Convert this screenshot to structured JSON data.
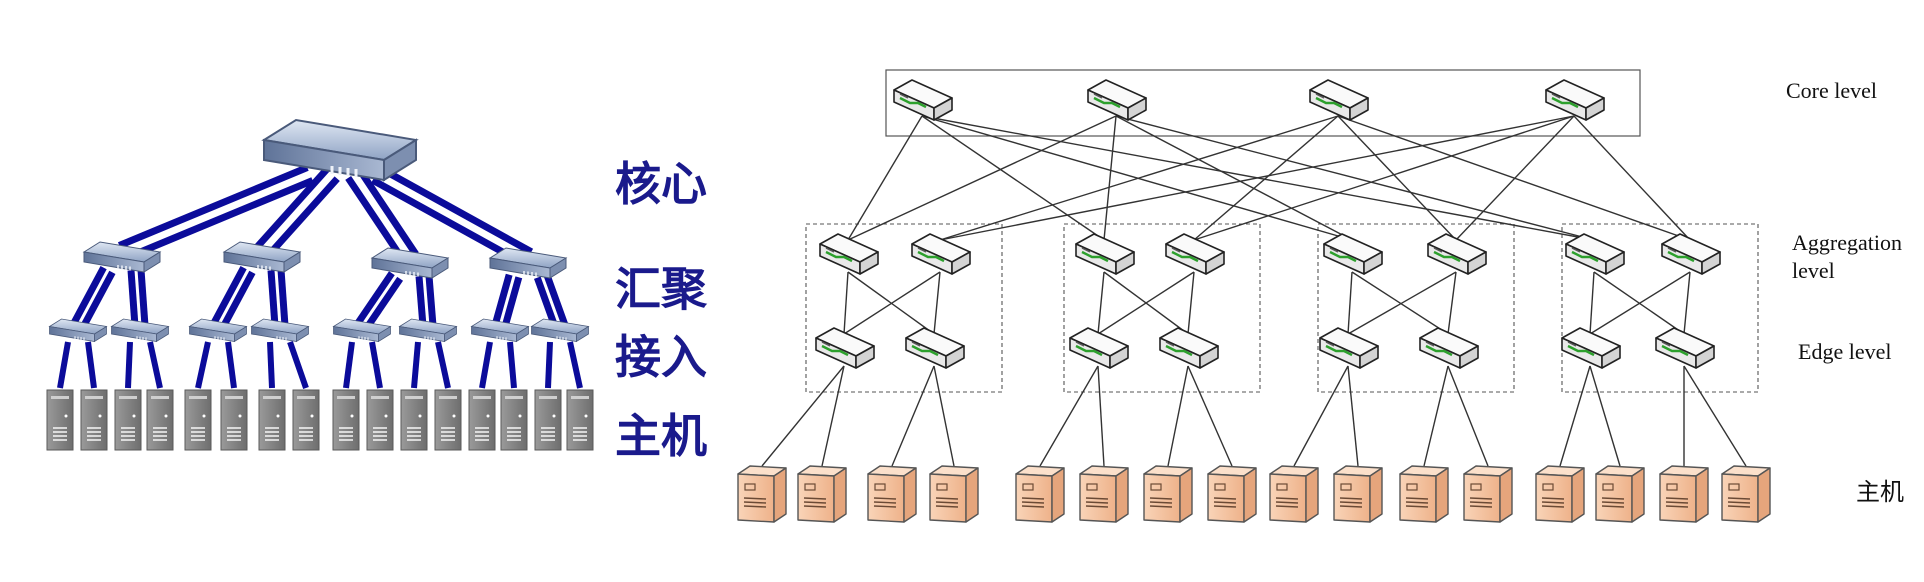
{
  "left_diagram": {
    "labels": {
      "core": "核心",
      "aggregation": "汇聚",
      "access": "接入",
      "host": "主机"
    },
    "colors": {
      "link": "#0b0b9a",
      "label": "#1a1a8c",
      "switch": "#8fa3c4",
      "server": "#8c8c8c"
    },
    "counts": {
      "core": 1,
      "aggregation": 4,
      "access": 8,
      "hosts": 16
    }
  },
  "right_diagram": {
    "labels": {
      "core": "Core level",
      "aggregation_line1": "Aggregation",
      "aggregation_line2": "level",
      "edge": "Edge level",
      "host": "主机"
    },
    "colors": {
      "link": "#333333",
      "host_fill": "#f6c6a4",
      "host_stroke": "#555555",
      "switch_fill": "#f2f2f2",
      "switch_accent": "#2ca02c"
    },
    "counts": {
      "core": 4,
      "pods": 4,
      "aggregation_per_pod": 2,
      "edge_per_pod": 2,
      "hosts_per_edge": 2
    }
  }
}
